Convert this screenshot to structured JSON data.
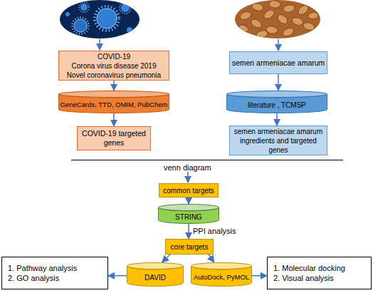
{
  "diagram": {
    "nodes": [
      {
        "text": [
          "COVID-19",
          "Corona virus disease 2019",
          "Novel coronavirus pneumonia"
        ]
      },
      {
        "text": [
          "semen armeniacae amarum"
        ]
      },
      {
        "text": [
          "GeneCards, TTD, OMIM, PubChem"
        ]
      },
      {
        "text": [
          "literature , TCMSP"
        ]
      },
      {
        "text": [
          "COVID-19 targeted genes"
        ]
      },
      {
        "text": [
          "semen armeniacae amarum ingredients and targeted genes"
        ]
      },
      {
        "text": [
          "common targets"
        ]
      },
      {
        "text": [
          "STRING"
        ]
      },
      {
        "text": [
          "core targets"
        ]
      },
      {
        "text": [
          "1. Pathway analysis",
          "2. GO analysis"
        ]
      },
      {
        "text": [
          "DAVID"
        ]
      },
      {
        "text": [
          "AutoDock, PyMOL"
        ]
      },
      {
        "text": [
          "1. Molecular docking",
          "2. Visual analysis"
        ]
      }
    ],
    "edges": [
      {
        "from": 0,
        "to": 2,
        "arrow": "to"
      },
      {
        "from": 2,
        "to": 4,
        "arrow": "to"
      },
      {
        "from": 1,
        "to": 3,
        "arrow": "to"
      },
      {
        "from": 3,
        "to": 5,
        "arrow": "to"
      },
      {
        "from": 6,
        "to": 7,
        "arrow": "to"
      },
      {
        "from": 7,
        "to": 8,
        "label": "PPI analysis",
        "arrow": "to"
      },
      {
        "from": 8,
        "to": 10,
        "arrow": "to"
      },
      {
        "from": 8,
        "to": 11,
        "arrow": "to"
      },
      {
        "from": 10,
        "to": 9,
        "arrow": "to"
      },
      {
        "from": 11,
        "to": 12,
        "arrow": "to"
      }
    ],
    "labels": [
      "venn diagram"
    ]
  }
}
